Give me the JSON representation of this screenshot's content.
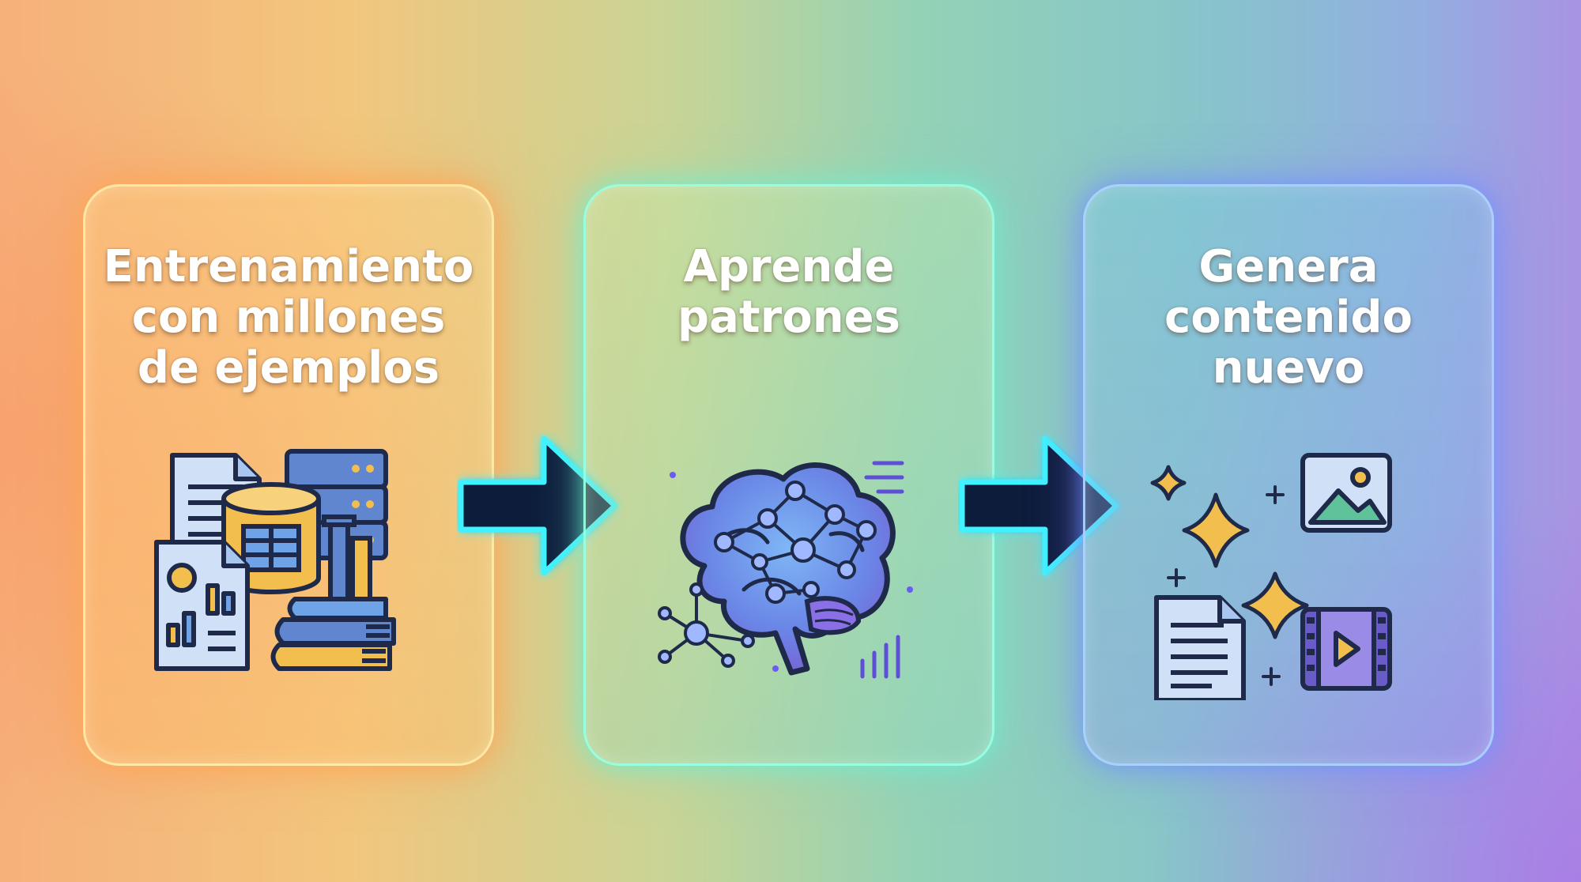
{
  "steps": [
    {
      "title_lines": [
        "Entrenamiento",
        "con millones",
        "de ejemplos"
      ],
      "icon": "data-sources-icon"
    },
    {
      "title_lines": [
        "Aprende",
        "patrones"
      ],
      "icon": "neural-brain-icon"
    },
    {
      "title_lines": [
        "Genera",
        "contenido",
        "nuevo"
      ],
      "icon": "generated-content-icon"
    }
  ],
  "connectors": [
    "arrow-right-icon",
    "arrow-right-icon"
  ],
  "colors": {
    "card_1_glow": "#ffa95a",
    "card_2_glow": "#6ef0d2",
    "card_3_glow": "#6e96ff",
    "arrow_fill": "#0e1a3a",
    "arrow_glow": "#3ff2ff",
    "icon_outline": "#1f2a4a",
    "icon_blue": "#6fa3e8",
    "icon_gold": "#f2bf4f",
    "icon_purple": "#8a6fe6"
  }
}
